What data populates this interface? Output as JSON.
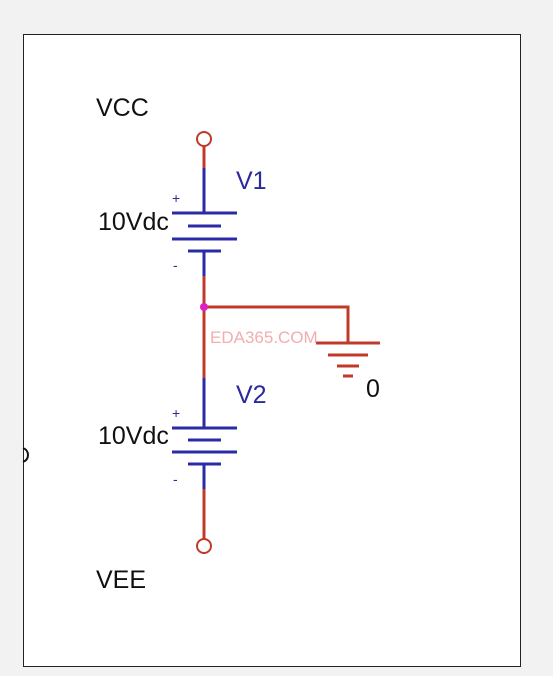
{
  "nets": {
    "top": "VCC",
    "bottom": "VEE",
    "ground": "0"
  },
  "sources": [
    {
      "name": "V1",
      "value": "10Vdc",
      "plus": "+",
      "minus": "-"
    },
    {
      "name": "V2",
      "value": "10Vdc",
      "plus": "+",
      "minus": "-"
    }
  ],
  "watermark": "EDA365.COM",
  "colors": {
    "wire": "#c0392b",
    "component": "#2b2ba8",
    "junction": "#e020c0",
    "text": "#111111",
    "frame": "#222222"
  }
}
